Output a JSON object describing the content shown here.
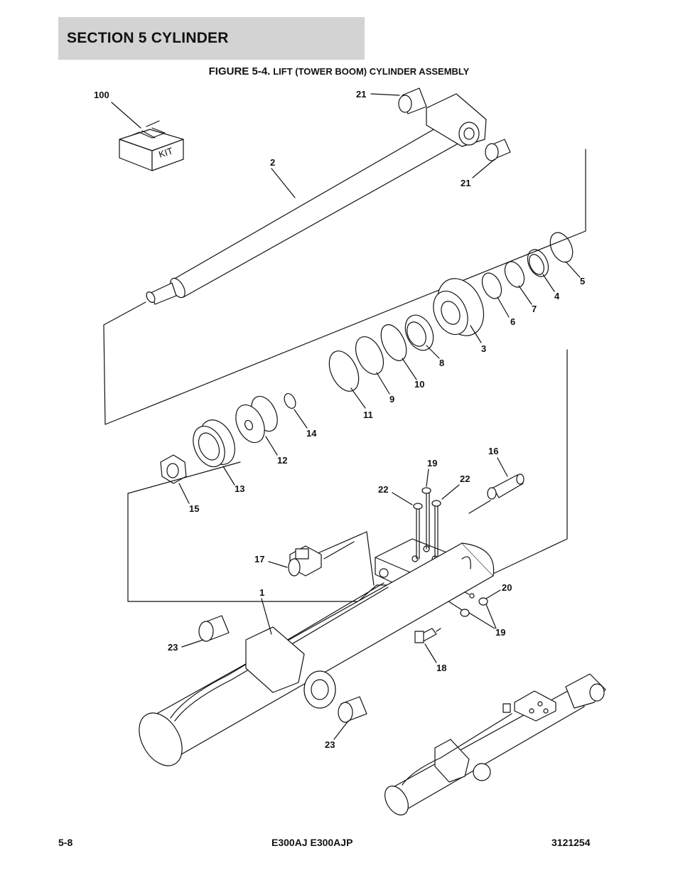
{
  "header": {
    "section_title": "SECTION 5   CYLINDER"
  },
  "figure": {
    "number": "FIGURE 5-4.",
    "caption": "LIFT (TOWER BOOM) CYLINDER ASSEMBLY",
    "kit_label": "KIT"
  },
  "callouts": {
    "c100": "100",
    "c21a": "21",
    "c21b": "21",
    "c2": "2",
    "c5": "5",
    "c4": "4",
    "c7": "7",
    "c6": "6",
    "c3": "3",
    "c8": "8",
    "c10": "10",
    "c9": "9",
    "c11": "11",
    "c14": "14",
    "c12": "12",
    "c13": "13",
    "c15": "15",
    "c16": "16",
    "c19a": "19",
    "c22a": "22",
    "c22b": "22",
    "c17": "17",
    "c20": "20",
    "c1": "1",
    "c19b": "19",
    "c23a": "23",
    "c18": "18",
    "c23b": "23"
  },
  "footer": {
    "page": "5-8",
    "model": "E300AJ E300AJP",
    "doc_number": "3121254"
  }
}
